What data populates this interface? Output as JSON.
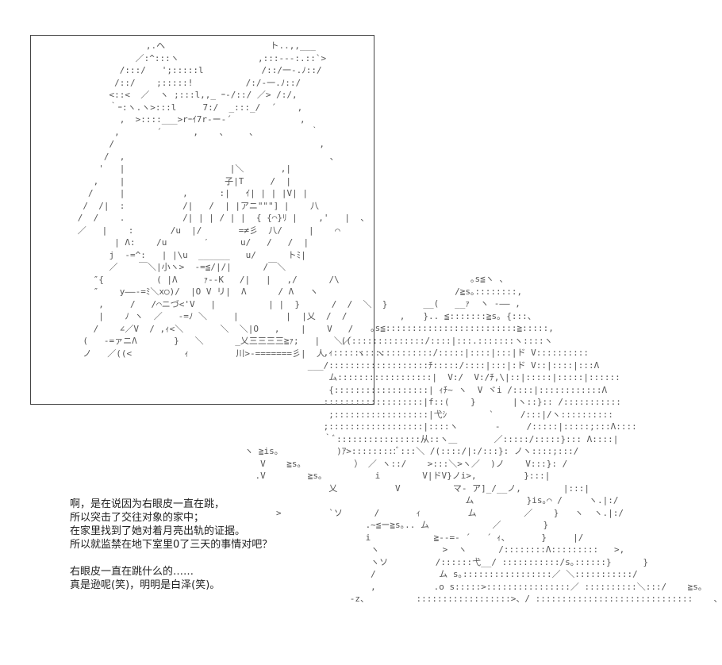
{
  "dialog": {
    "lines": [
      "啊，是在说因为右眼皮一直在跳，",
      "所以突击了交往对象的家中；",
      "在家里找到了她对着月亮出轨的证据。",
      "所以就监禁在地下室里0了三天的事情对吧？",
      "",
      "右眼皮一直在跳什么的……",
      "真是逊呢(笑)，明明是白泽(笑)。"
    ]
  },
  "art": {
    "left_figure": "                   ,.へ                    ト..,,___\n                 ／:^:::ヽ               ,:::-‐-:.::`>\n              /:::/   ';:::::l           /::/一‐.ﾉ::/\n             /::/    ;:::::!          /:/‐一.ﾉ::/\n            <::<  ／  ヽ ;:::l,,_ ｰ-/::/ ／> /:/,\n            ｀ｰ:ヽ.ヽ>:::l     7:/  _:::_/  ´    ,\n              ,  >::::___>rｰｲ7r‐ー‐´             ,\n             ,       ´      ,    、    、          ｀\n            /                                       ,\n           /  ,                                       、\n          '   |                    |＼       ,|\n         ,    |                   子|T     /  |\n        /     |           ,      :|   ｲ| | | |V| |\n       /  /|  :           /|   /  | |アニ\"\"\"] |    八\n      /  /    .           /| | | / | |  { {⌒}ﾘ |    ,'   |  、\n      ／   |    :       /u  |/       =≠彡  八/     |    ⌒\n             | Λ:    /u       ′      u/   /   /  |\n            j  -=^:   | |\\u  ______   u/      トﾐ|\n            ／    ￣＼|小ヽ>  -=≦/|/|      /￣＼\n         ″{          ( |Λ     ｧ‐-K   /|   |   ,/      /\\\n         ″    y――-=ﾐ＼x○)/  |O V リ|  Λ      / Λ   ヽ\n          ,     /   /⌒ニづ<'V   |          | |  }      /  /  ＼  }\n          |    ﾉ ヽ  ／   -=ﾉ ＼     |         |  |乂  /  /          ,\n         /    ∠／V  / ,ｨ<＼       ＼  ＼|O   ,    |    V   /\n       (   -=ァニΛ       }   ＼      _乂三三三三≧ｧ;   |    ((\n       ノ   ／((<          ｨ         川>‐=======彡|  人      ヽ  ヽ"
  }
}
